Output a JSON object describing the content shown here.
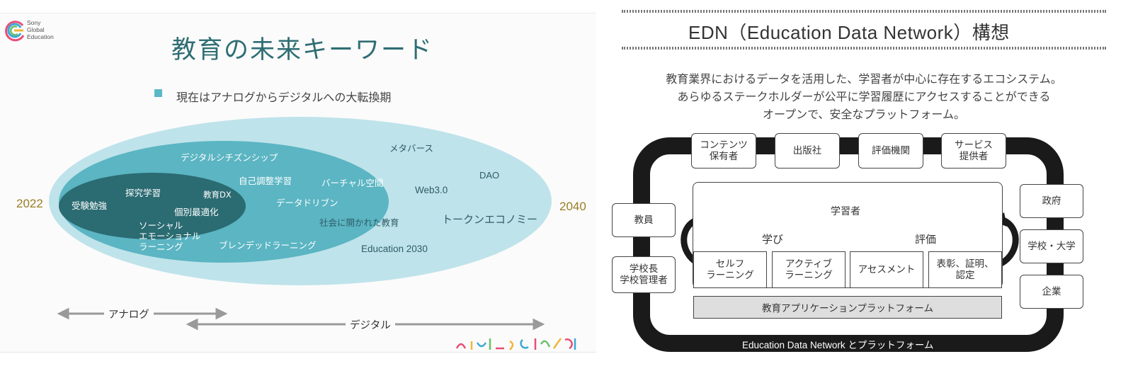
{
  "left_slide": {
    "logo_lines": [
      "Sony",
      "Global",
      "Education"
    ],
    "title": "教育の未来キーワード",
    "bullet": "現在はアナログからデジタルへの大転換期",
    "year_start": "2022",
    "year_end": "2040",
    "inner_keywords": [
      "探究学習",
      "教育DX",
      "受験勉強",
      "個別最適化",
      "ソーシャル",
      "エモーショナル",
      "ラーニング"
    ],
    "middle_keywords": [
      "デジタルシチズンシップ",
      "自己調整学習",
      "バーチャル空間",
      "データドリブン",
      "社会に開かれた教育",
      "ブレンデッドラーニング"
    ],
    "outer_keywords": [
      "メタバース",
      "DAO",
      "Web3.0",
      "トークンエコノミー",
      "Education 2030"
    ],
    "arrow_analog": "アナログ",
    "arrow_digital": "デジタル",
    "colors": {
      "outer": "#bfe3ea",
      "middle": "#5bb5c3",
      "inner": "#2b6b72",
      "title": "#2e6e74"
    }
  },
  "right_slide": {
    "title": "EDN（Education Data Network）構想",
    "description": [
      "教育業界におけるデータを活用した、学習者が中心に存在するエコシステム。",
      "あらゆるステークホルダーが公平に学習履歴にアクセスすることができる",
      "オープンで、安全なプラットフォーム。"
    ],
    "top_boxes": [
      "コンテンツ\n保有者",
      "出版社",
      "評価機関",
      "サービス\n提供者"
    ],
    "left_boxes": [
      "教員",
      "学校長\n学校管理者"
    ],
    "right_boxes": [
      "政府",
      "学校・大学",
      "企業"
    ],
    "center_title": "学習者",
    "label_learn": "学び",
    "label_eval": "評価",
    "process_boxes": [
      "セルフ\nラーニング",
      "アクティブ\nラーニング",
      "アセスメント",
      "表彰、証明、\n認定"
    ],
    "platform": "教育アプリケーションプラットフォーム",
    "network_label": "Education Data Network とプラットフォーム"
  }
}
